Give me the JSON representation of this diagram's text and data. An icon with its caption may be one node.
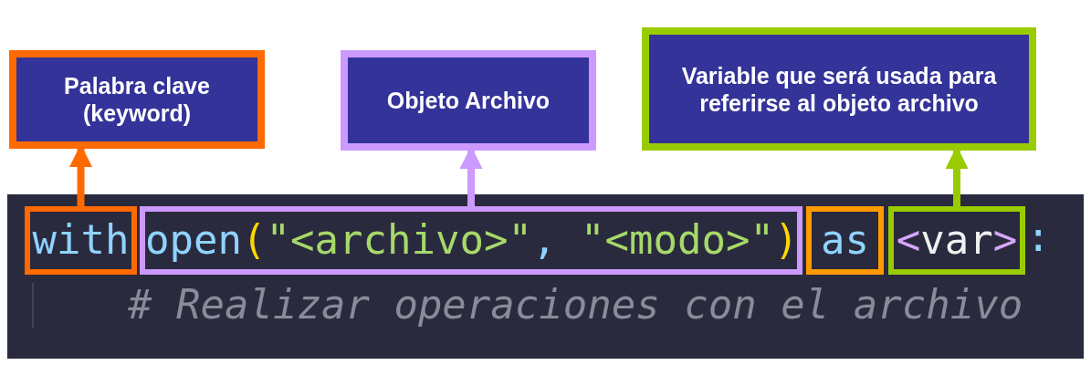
{
  "diagram": {
    "nodes": [
      {
        "text": [
          "Palabra clave (keyword)"
        ]
      },
      {
        "text": [
          "Objeto Archivo"
        ]
      },
      {
        "text": [
          "Variable que será usada para referirse al objeto archivo"
        ]
      },
      {
        "text": [
          "with"
        ]
      },
      {
        "text": [
          "open(\"<archivo>\", \"<modo>\")"
        ]
      },
      {
        "text": [
          "as"
        ]
      },
      {
        "text": [
          "<var>"
        ]
      }
    ],
    "edges": [
      {
        "from": 3,
        "to": 0,
        "arrow": "to",
        "color": "#ff6a00"
      },
      {
        "from": 4,
        "to": 1,
        "arrow": "to",
        "color": "#cc99ff"
      },
      {
        "from": 6,
        "to": 2,
        "arrow": "to",
        "color": "#99cc00"
      }
    ],
    "labels": [
      ":",
      "# Realizar operaciones con el archivo"
    ]
  }
}
